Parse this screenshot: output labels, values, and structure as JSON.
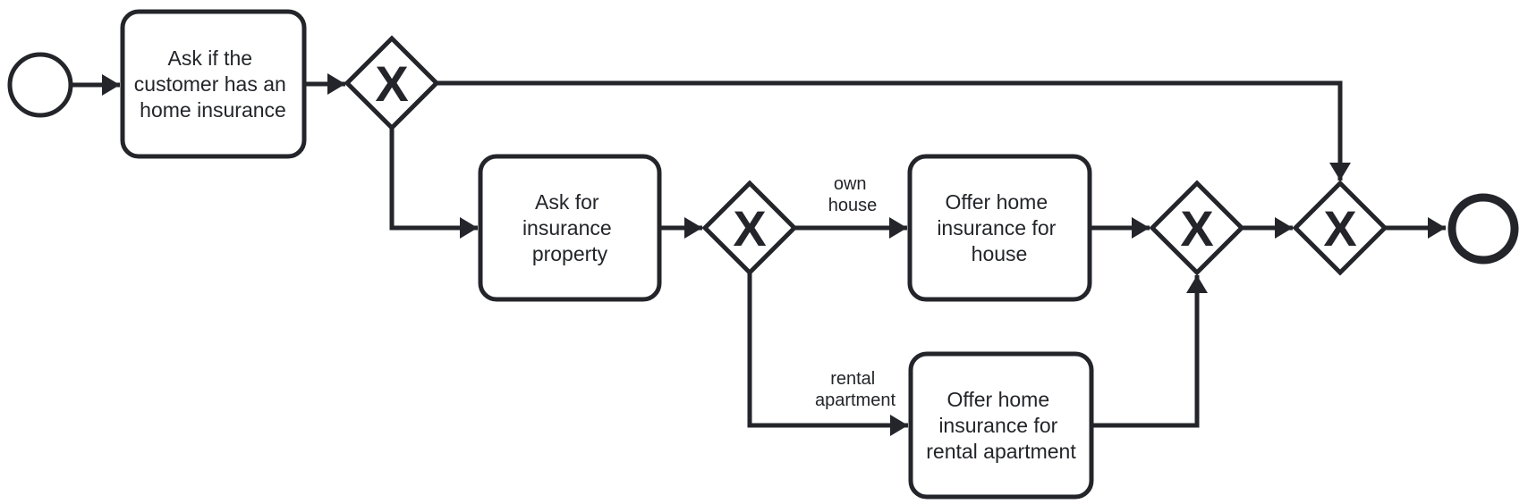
{
  "diagram": {
    "type": "bpmn-process",
    "colors": {
      "background": "#ffffff",
      "stroke": "#23252a",
      "text": "#23252a",
      "shape_fill": "#ffffff"
    },
    "nodes": {
      "start_event": {
        "kind": "start-event",
        "label": ""
      },
      "task_ask_has_insurance": {
        "kind": "task",
        "label": "Ask if the customer has an home insurance",
        "lines": [
          "Ask if the",
          "customer has an",
          "home insurance"
        ]
      },
      "gateway_split_insurance": {
        "kind": "exclusive-gateway",
        "symbol": "X"
      },
      "task_ask_property": {
        "kind": "task",
        "label": "Ask for insurance property",
        "lines": [
          "Ask for",
          "insurance",
          "property"
        ]
      },
      "gateway_split_property": {
        "kind": "exclusive-gateway",
        "symbol": "X"
      },
      "task_offer_house": {
        "kind": "task",
        "label": "Offer home insurance for house",
        "lines": [
          "Offer home",
          "insurance for",
          "house"
        ]
      },
      "task_offer_rental": {
        "kind": "task",
        "label": "Offer home insurance for rental apartment",
        "lines": [
          "Offer home",
          "insurance for",
          "rental apartment"
        ]
      },
      "gateway_merge_property": {
        "kind": "exclusive-gateway",
        "symbol": "X"
      },
      "gateway_merge_insurance": {
        "kind": "exclusive-gateway",
        "symbol": "X"
      },
      "end_event": {
        "kind": "end-event",
        "label": ""
      }
    },
    "edge_labels": {
      "own_house": {
        "label": "own house",
        "lines": [
          "own",
          "house"
        ]
      },
      "rental_apartment": {
        "label": "rental apartment",
        "lines": [
          "rental",
          "apartment"
        ]
      }
    },
    "flows": [
      {
        "from": "start_event",
        "to": "task_ask_has_insurance",
        "label": ""
      },
      {
        "from": "task_ask_has_insurance",
        "to": "gateway_split_insurance",
        "label": ""
      },
      {
        "from": "gateway_split_insurance",
        "to": "gateway_merge_insurance",
        "label": ""
      },
      {
        "from": "gateway_split_insurance",
        "to": "task_ask_property",
        "label": ""
      },
      {
        "from": "task_ask_property",
        "to": "gateway_split_property",
        "label": ""
      },
      {
        "from": "gateway_split_property",
        "to": "task_offer_house",
        "label": "own house"
      },
      {
        "from": "gateway_split_property",
        "to": "task_offer_rental",
        "label": "rental apartment"
      },
      {
        "from": "task_offer_house",
        "to": "gateway_merge_property",
        "label": ""
      },
      {
        "from": "task_offer_rental",
        "to": "gateway_merge_property",
        "label": ""
      },
      {
        "from": "gateway_merge_property",
        "to": "gateway_merge_insurance",
        "label": ""
      },
      {
        "from": "gateway_merge_insurance",
        "to": "end_event",
        "label": ""
      }
    ]
  }
}
